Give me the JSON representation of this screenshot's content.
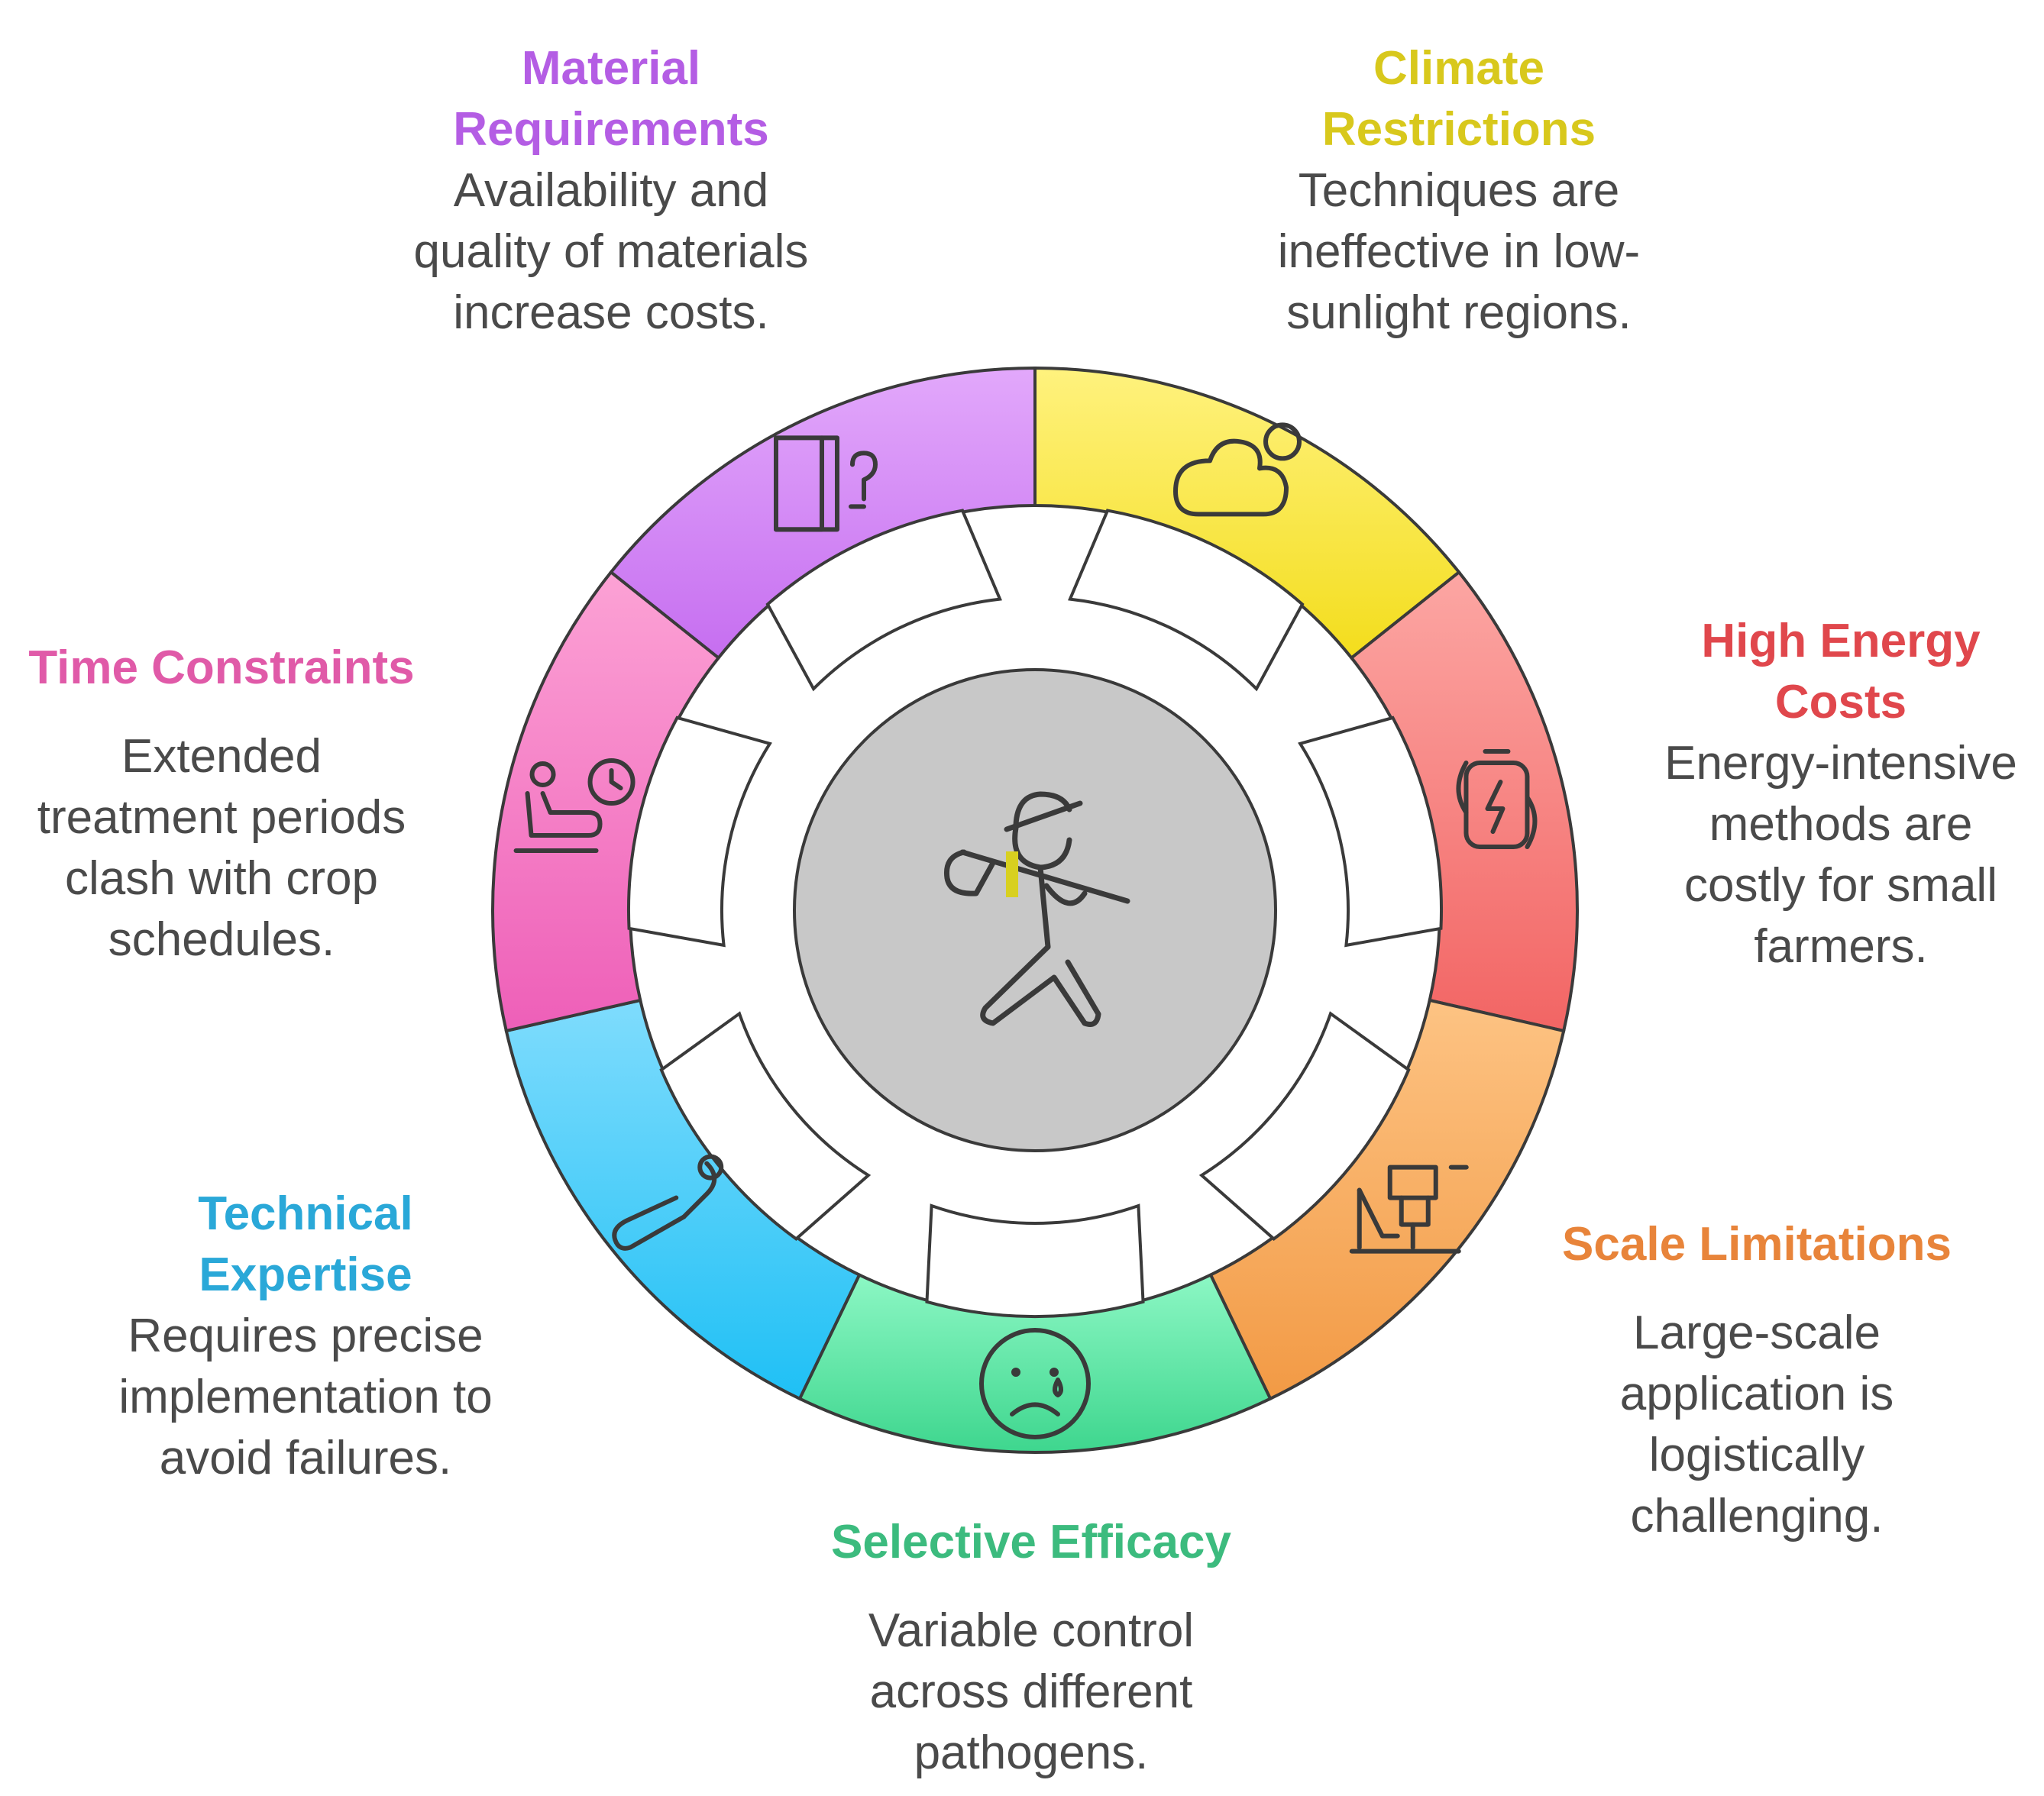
{
  "segments": [
    {
      "id": "material",
      "title": "Material Requirements",
      "description": "Availability and quality of materials increase costs.",
      "color": "#c66ef0",
      "colorLight": "#e2a8fb",
      "icon": "door-question-icon"
    },
    {
      "id": "climate",
      "title": "Climate Restrictions",
      "description": "Techniques are ineffective in low-sunlight regions.",
      "color": "#f3dd1c",
      "colorLight": "#fff27e",
      "icon": "cloud-sun-icon"
    },
    {
      "id": "energy",
      "title": "High Energy Costs",
      "description": "Energy-intensive methods are costly for small farmers.",
      "color": "#f26564",
      "colorLight": "#fca6a3",
      "icon": "battery-cycle-icon"
    },
    {
      "id": "scale",
      "title": "Scale Limitations",
      "description": "Large-scale application is logistically challenging.",
      "color": "#f29a45",
      "colorLight": "#fdc383",
      "icon": "field-machine-icon"
    },
    {
      "id": "selective",
      "title": "Selective Efficacy",
      "description": "Variable control across different pathogens.",
      "color": "#3ed68e",
      "colorLight": "#8cf7c4",
      "icon": "sad-face-icon"
    },
    {
      "id": "technical",
      "title": "Technical Expertise",
      "description": "Requires precise implementation to avoid failures.",
      "color": "#1fc0f5",
      "colorLight": "#7fdcfd",
      "icon": "tool-icon"
    },
    {
      "id": "time",
      "title": "Time Constraints",
      "description": "Extended treatment periods clash with crop schedules.",
      "color": "#ee5fb8",
      "colorLight": "#fca2d5",
      "icon": "waiting-clock-icon"
    }
  ],
  "center": {
    "icon": "farmer-with-hoe-icon",
    "color": "#c8c8c8",
    "accent": "#d8d020"
  },
  "titleColors": {
    "material": "#b45de4",
    "climate": "#d8c81c",
    "energy": "#e0474c",
    "scale": "#e8843a",
    "selective": "#3cbb7e",
    "technical": "#2aa8d8",
    "time": "#e05aa8"
  }
}
